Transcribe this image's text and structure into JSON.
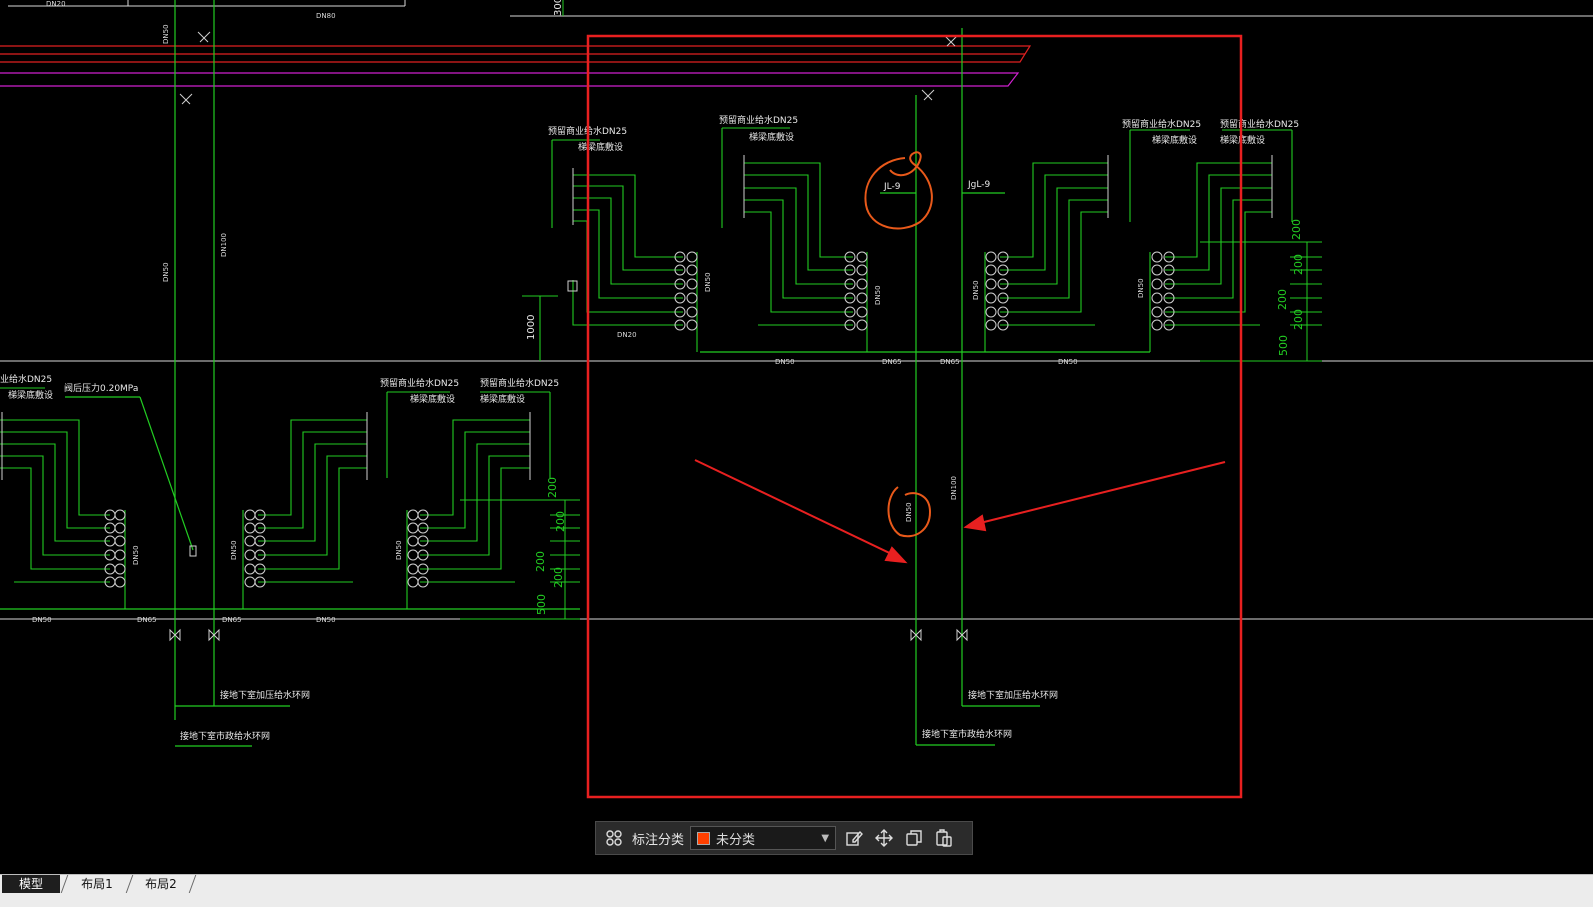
{
  "drawing": {
    "texts": {
      "reserve_dn25_a": "预留商业给水DN25",
      "reserve_dn25_b": "预留商业给水DN25",
      "reserve_dn25_c": "预留商业给水DN25",
      "reserve_dn25_d": "预留商业给水DN25",
      "reserve_dn25_e": "预留商业给水DN25",
      "reserve_dn25_f": "预留商业给水DN25",
      "reserve_dn25_g": "业给水DN25",
      "floor_pipe_a": "梯梁底敷设",
      "floor_pipe_b": "梯梁底敷设",
      "floor_pipe_c": "梯梁底敷设",
      "floor_pipe_d": "梯梁底敷设",
      "floor_pipe_e": "梯梁底敷设",
      "floor_pipe_f": "梯梁底敷设",
      "floor_pipe_g": "梯梁底敷设",
      "valve_pressure": "阀后压力0.20MPa",
      "jl9": "JL-9",
      "jgl9": "JgL-9",
      "dn20_a": "DN20",
      "dn20_b": "DN20",
      "dn50_a": "DN50",
      "dn50_b": "DN50",
      "dn50_c": "DN50",
      "dn50_d": "DN50",
      "dn50_e": "DN50",
      "dn50_f": "DN50",
      "dn50_g": "DN50",
      "dn50_h": "DN50",
      "dn50_i": "DN50",
      "dn50_j": "DN50",
      "dn50_k": "DN50",
      "dn50_l": "DN50",
      "dn50_m": "DN50",
      "dn50_n": "DN50",
      "dn65_a": "DN65",
      "dn65_b": "DN65",
      "dn65_c": "DN65",
      "dn65_d": "DN65",
      "dn100_a": "DN100",
      "dn100_b": "DN100",
      "dn80": "DN80",
      "dim_1000": "1000",
      "dim_300": "300",
      "dim_200_a": "200",
      "dim_200_b": "200",
      "dim_200_c": "200",
      "dim_200_d": "200",
      "dim_200_e": "200",
      "dim_200_f": "200",
      "dim_200_g": "200",
      "dim_200_h": "200",
      "dim_500_a": "500",
      "dim_500_b": "500",
      "connect_pressurized": "接地下室加压给水环网",
      "connect_municipal": "接地下室市政给水环网",
      "connect_pressurized_b": "接地下室加压给水环网",
      "connect_municipal_b": "接地下室市政给水环网"
    }
  },
  "toolbar": {
    "label": "标注分类",
    "selected": "未分类",
    "swatch_color": "#ff4000"
  },
  "tabs": {
    "model": "模型",
    "layout1": "布局1",
    "layout2": "布局2"
  }
}
